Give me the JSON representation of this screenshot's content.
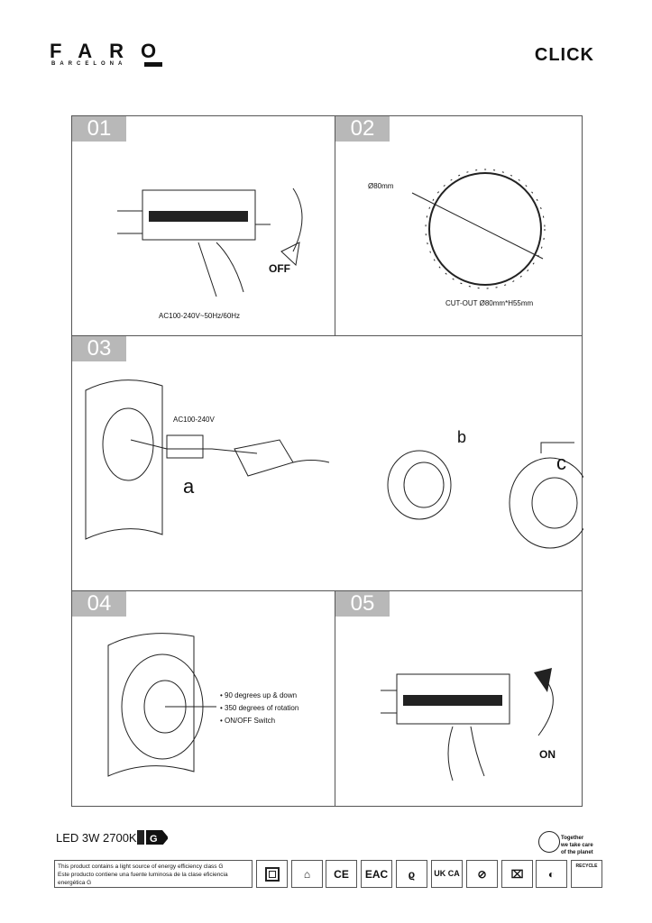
{
  "brand": {
    "name": "FARO",
    "subtitle": "BARCELONA"
  },
  "product_title": "CLICK",
  "steps": [
    {
      "number": "01",
      "labels": {
        "off": "OFF",
        "voltage": "AC100-240V~50Hz/60Hz"
      }
    },
    {
      "number": "02",
      "labels": {
        "diameter": "Ø80mm",
        "cutout": "CUT-OUT  Ø80mm*H55mm"
      }
    },
    {
      "number": "03",
      "labels": {
        "voltage": "AC100-240V",
        "a": "a",
        "b": "b",
        "c": "c"
      }
    },
    {
      "number": "04",
      "features": [
        "• 90 degrees up & down",
        "• 350 degrees of rotation",
        "• ON/OFF Switch"
      ]
    },
    {
      "number": "05",
      "labels": {
        "on": "ON"
      }
    }
  ],
  "footer": {
    "spec": "LED 3W 2700K",
    "energy_class": "G",
    "notice": [
      "This product contains a light source of energy efficiency class G",
      "Este producto contiene una fuente luminosa de la clase eficiencia energética G"
    ],
    "planet": [
      "Together",
      "we take care",
      "of the planet"
    ],
    "certifications": [
      "class-ii-icon",
      "indoor-use-icon",
      "CE",
      "EAC",
      "fire-safety-icon",
      "UK CA",
      "no-halogen-icon",
      "weee-bin-icon",
      "green-dot-icon",
      "RECYCLE"
    ]
  }
}
